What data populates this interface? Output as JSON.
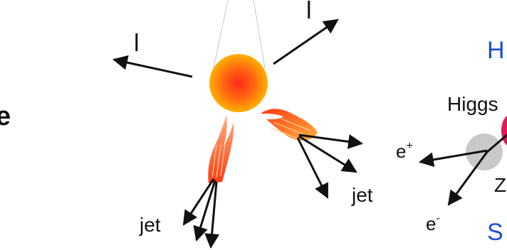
{
  "labels": {
    "lepton_left": "l",
    "lepton_right": "l",
    "jet_left": "jet",
    "jet_right": "jet",
    "cut_letter_left": "e",
    "higgs": "Higgs",
    "positron": "e",
    "positron_sup": "+",
    "electron": "e",
    "electron_sup": "-",
    "z_partial": "Z",
    "heading_partial_top": "H",
    "heading_partial_bottom": "S"
  },
  "colors": {
    "arrow": "#111111",
    "vertex_core": "#ff2a1a",
    "vertex_edge": "#ffb000",
    "jet_flame": "#ff5a1e",
    "blue_text": "#1a4fd6",
    "grey_blob": "#c9c9c9",
    "pink_blob": "#e0185c"
  },
  "icons": {
    "vertex": "collision-vertex-icon",
    "jet_cone": "flame-jet-icon"
  }
}
